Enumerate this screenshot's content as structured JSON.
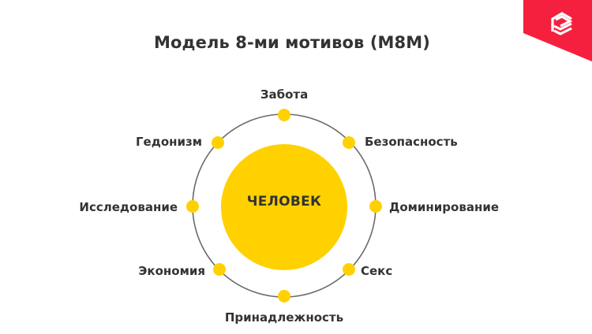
{
  "title": "Модель 8-ми мотивов (М8М)",
  "center": {
    "label": "ЧЕЛОВЕК"
  },
  "motives": [
    {
      "id": "care",
      "label": "Забота",
      "position": "top"
    },
    {
      "id": "safety",
      "label": "Безопасность",
      "position": "top-right"
    },
    {
      "id": "dominance",
      "label": "Доминирование",
      "position": "right"
    },
    {
      "id": "sex",
      "label": "Секс",
      "position": "bottom-right"
    },
    {
      "id": "belonging",
      "label": "Принадлежность",
      "position": "bottom"
    },
    {
      "id": "economy",
      "label": "Экономия",
      "position": "bottom-left"
    },
    {
      "id": "research",
      "label": "Исследование",
      "position": "left"
    },
    {
      "id": "hedonism",
      "label": "Гедонизм",
      "position": "top-left"
    }
  ],
  "colors": {
    "accent_yellow": "#FFD100",
    "ring": "#6b6b6b",
    "text": "#333333",
    "brand_red": "#F5203E"
  },
  "logo": {
    "icon": "stacked-layers-logo-icon"
  }
}
